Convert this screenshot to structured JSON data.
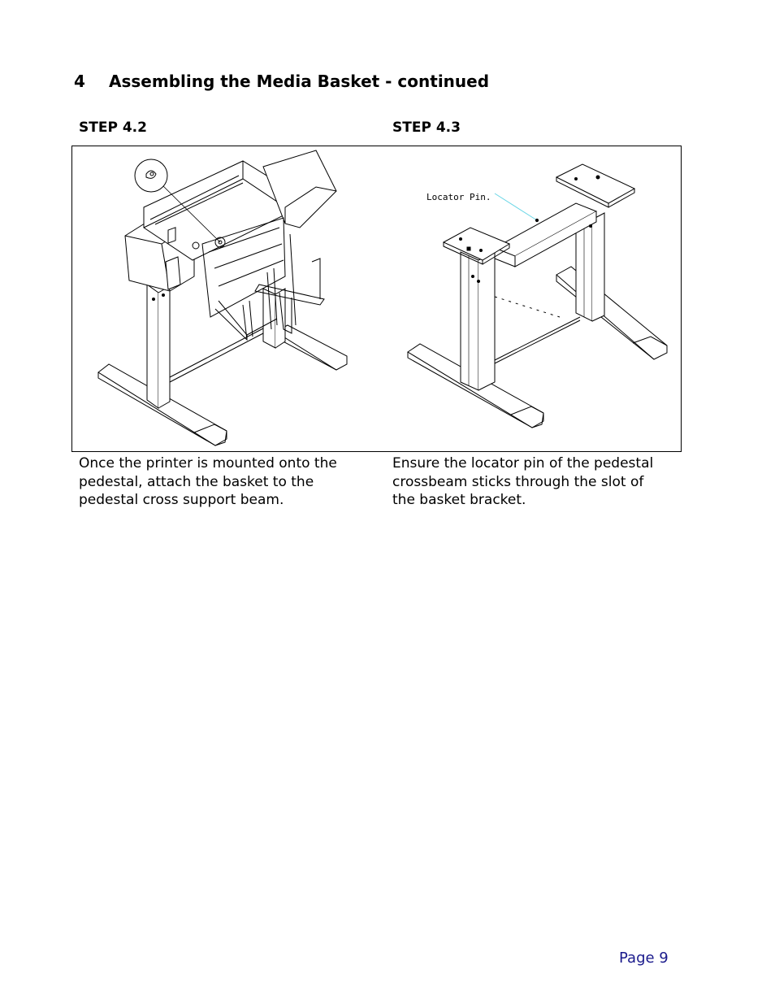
{
  "section": {
    "number": "4",
    "title": "Assembling the Media Basket - continued"
  },
  "steps": [
    {
      "label": "STEP 4.2",
      "caption": "Once the printer is mounted onto the pedestal, attach the basket to the pedestal cross support beam."
    },
    {
      "label": "STEP 4.3",
      "caption": "Ensure the locator pin of the pedestal crossbeam sticks through the slot of the basket bracket.",
      "callout": "Locator Pin."
    }
  ],
  "footer": {
    "page": "Page 9"
  }
}
